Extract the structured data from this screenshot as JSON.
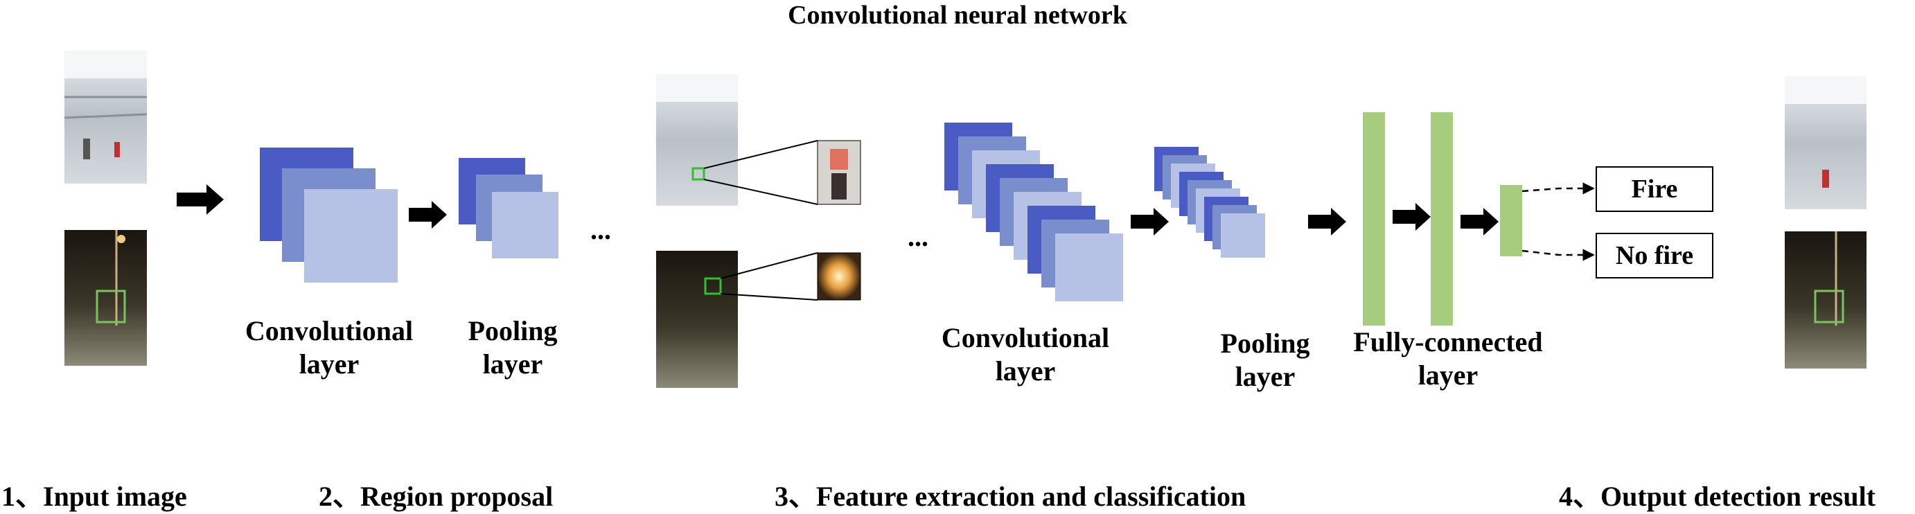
{
  "title": "Convolutional neural network",
  "layers": {
    "conv1": [
      "Convolutional",
      "layer"
    ],
    "pool1": [
      "Pooling",
      "layer"
    ],
    "conv2": [
      "Convolutional",
      "layer"
    ],
    "pool2": [
      "Pooling",
      "layer"
    ],
    "fc": [
      "Fully-connected",
      "layer"
    ]
  },
  "ellipsis": "...",
  "outputs": {
    "fire": "Fire",
    "no_fire": "No fire"
  },
  "stages": [
    "1、Input image",
    "2、Region proposal",
    "3、Feature extraction and classification",
    "4、Output detection result"
  ],
  "colors": {
    "dark_blue": "#4a5cc4",
    "mid_blue": "#7a8dcc",
    "light_blue": "#b5c2e6",
    "fc_green": "#a6cd7e"
  }
}
